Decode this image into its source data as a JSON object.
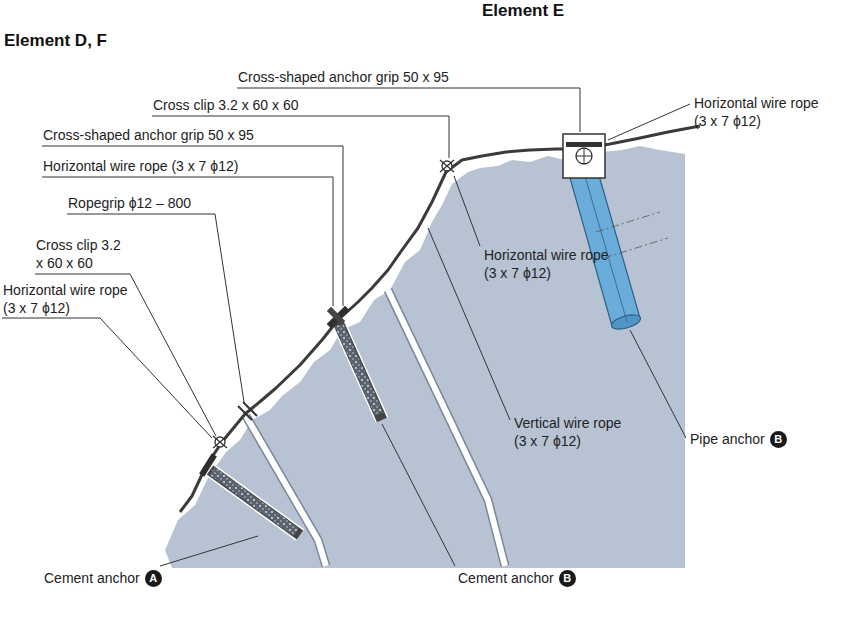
{
  "diagram": {
    "labels": [
      "Element E",
      "Element D, F",
      "Cross-shaped anchor grip 50 x 95",
      "Cross clip 3.2 x 60 x 60",
      "Cross-shaped anchor grip 50 x 95",
      "Horizontal wire rope (3 x 7 ϕ12)",
      "Ropegrip ϕ12 – 800",
      "Cross clip 3.2 x 60 x 60",
      "Horizontal wire rope (3 x 7 ϕ12)",
      "Horizontal wire rope (3 x 7 ϕ12)",
      "Horizontal wire rope (3 x 7 ϕ12)",
      "Vertical wire rope (3 x 7 ϕ12)",
      "Pipe anchor",
      "B",
      "Cement anchor",
      "A",
      "Cement anchor",
      "B"
    ]
  }
}
